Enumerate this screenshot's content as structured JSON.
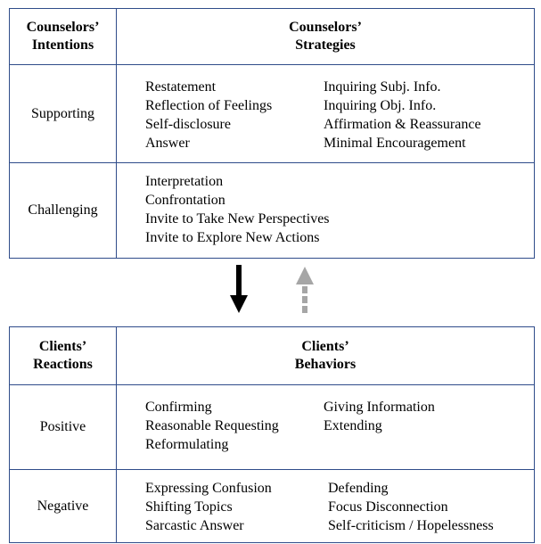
{
  "top_table": {
    "header": {
      "col1_line1": "Counselors’",
      "col1_line2": "Intentions",
      "col2_line1": "Counselors’",
      "col2_line2": "Strategies"
    },
    "rows": [
      {
        "label": "Supporting",
        "col_a": [
          "Restatement",
          "Reflection of Feelings",
          "Self-disclosure",
          "Answer"
        ],
        "col_b": [
          "Inquiring Subj. Info.",
          "Inquiring Obj. Info.",
          "Affirmation & Reassurance",
          "Minimal Encouragement"
        ]
      },
      {
        "label": "Challenging",
        "col_a": [
          "Interpretation",
          "Confrontation",
          "Invite to Take New Perspectives",
          "Invite to Explore New Actions"
        ]
      }
    ]
  },
  "bottom_table": {
    "header": {
      "col1_line1": "Clients’",
      "col1_line2": "Reactions",
      "col2_line1": "Clients’",
      "col2_line2": "Behaviors"
    },
    "rows": [
      {
        "label": "Positive",
        "col_a": [
          "Confirming",
          "Reasonable Requesting",
          "Reformulating"
        ],
        "col_b": [
          "Giving Information",
          "Extending"
        ]
      },
      {
        "label": "Negative",
        "col_a": [
          "Expressing Confusion",
          "Shifting Topics",
          "Sarcastic Answer"
        ],
        "col_b": [
          "Defending",
          "Focus Disconnection",
          "Self-criticism / Hopelessness"
        ]
      }
    ]
  },
  "colors": {
    "border": "#2f4c8a",
    "down_arrow": "#000000",
    "up_arrow": "#a6a6a6"
  }
}
